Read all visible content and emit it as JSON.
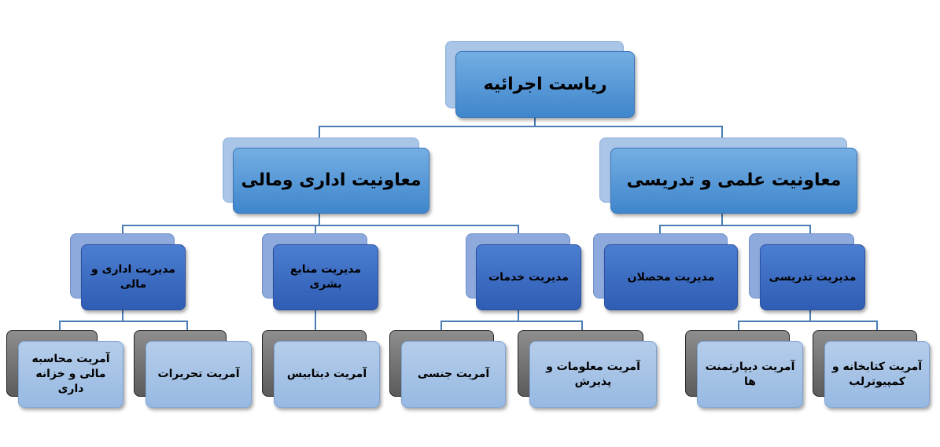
{
  "root": {
    "label": "ریاست اجرائیه"
  },
  "deputies": [
    {
      "label": "معاونیت اداری ومالی"
    },
    {
      "label": "معاونیت علمی و تدریسی"
    }
  ],
  "directorates": [
    {
      "label": "مدیریت اداری و مالی"
    },
    {
      "label": "مدیریت منابع بشری"
    },
    {
      "label": "مدیریت خدمات"
    },
    {
      "label": "مدیریت محصلان"
    },
    {
      "label": "مدیریت تدریسی"
    }
  ],
  "units": [
    {
      "label": "آمریت محاسبه مالی و خزانه داری"
    },
    {
      "label": "آمریت تحریرات"
    },
    {
      "label": "آمریت دیتابیس"
    },
    {
      "label": "آمریت جنسی"
    },
    {
      "label": "آمریت معلومات و پذیرش"
    },
    {
      "label": "آمریت دیپارتمنت ها"
    },
    {
      "label": "آمریت کتابخانه و کمپیوترلب"
    }
  ]
}
